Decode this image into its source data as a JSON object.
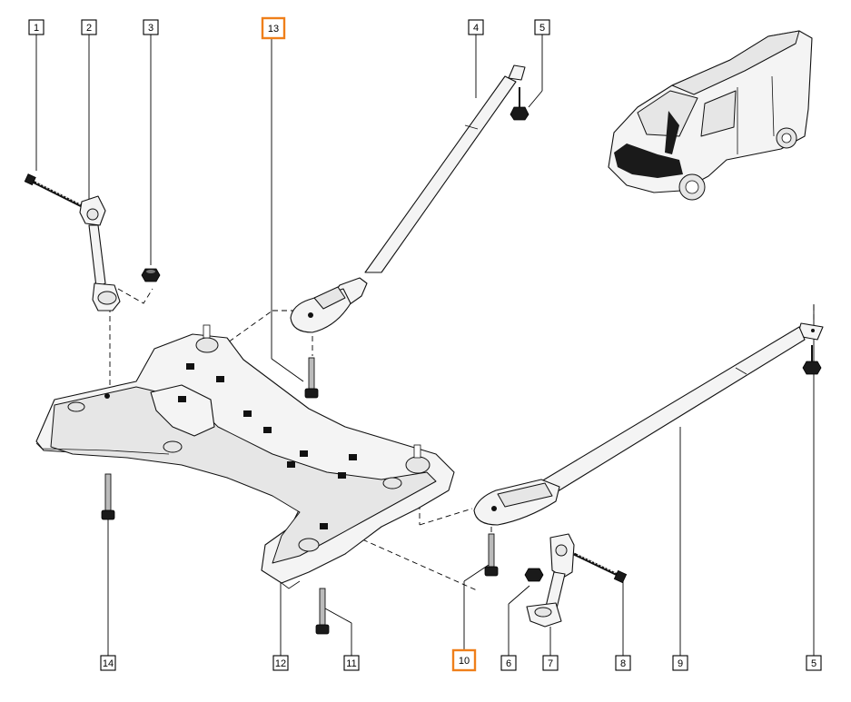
{
  "diagram": {
    "callouts": [
      {
        "id": "1",
        "label": "1",
        "highlight": false
      },
      {
        "id": "2",
        "label": "2",
        "highlight": false
      },
      {
        "id": "3",
        "label": "3",
        "highlight": false
      },
      {
        "id": "13",
        "label": "13",
        "highlight": true
      },
      {
        "id": "4",
        "label": "4",
        "highlight": false
      },
      {
        "id": "5a",
        "label": "5",
        "highlight": false
      },
      {
        "id": "5b",
        "label": "5",
        "highlight": false
      },
      {
        "id": "9",
        "label": "9",
        "highlight": false
      },
      {
        "id": "8",
        "label": "8",
        "highlight": false
      },
      {
        "id": "7",
        "label": "7",
        "highlight": false
      },
      {
        "id": "6",
        "label": "6",
        "highlight": false
      },
      {
        "id": "10",
        "label": "10",
        "highlight": true
      },
      {
        "id": "11",
        "label": "11",
        "highlight": false
      },
      {
        "id": "12",
        "label": "12",
        "highlight": false
      },
      {
        "id": "14",
        "label": "14",
        "highlight": false
      }
    ],
    "colors": {
      "highlight": "#ef7f1a",
      "line": "#000000",
      "part_fill": "#f4f4f4",
      "background": "#ffffff"
    },
    "icons": [
      "van-location-icon"
    ]
  }
}
